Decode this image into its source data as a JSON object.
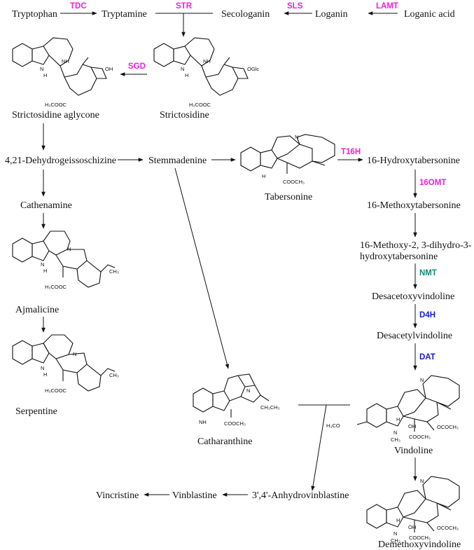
{
  "colors": {
    "magenta": "#ee1fd8",
    "teal": "#138a7c",
    "blue": "#1b1bc7",
    "text": "#111111"
  },
  "compounds": {
    "tryptophan": "Tryptophan",
    "tryptamine": "Tryptamine",
    "secologanin": "Secologanin",
    "loganin": "Loganin",
    "loganic_acid": "Loganic acid",
    "strictosidine": "Strictosidine",
    "strictosidine_aglycone": "Strictosidine aglycone",
    "dehydrogeissoschizine": "4,21-Dehydrogeissoschizine",
    "stemmadenine": "Stemmadenine",
    "tabersonine": "Tabersonine",
    "hydroxytabersonine": "16-Hydroxytabersonine",
    "methoxytabersonine": "16-Methoxytabersonine",
    "methoxy_dihydro_line1": "16-Methoxy-2, 3-dihydro-3-",
    "methoxy_dihydro_line2": "hydroxytabersonine",
    "desacetoxyvindoline": "Desacetoxyvindoline",
    "desacetylvindoline": "Desacetylvindoline",
    "vindoline": "Vindoline",
    "demethoxyvindoline": "Demethoxyvindoline",
    "cathenamine": "Cathenamine",
    "ajmalicine": "Ajmalicine",
    "serpentine": "Serpentine",
    "catharanthine": "Catharanthine",
    "anhydrovinblastine": "3',4'-Anhydrovinblastine",
    "vinblastine": "Vinblastine",
    "vincristine": "Vincristine"
  },
  "enzymes": {
    "tdc": "TDC",
    "str": "STR",
    "sls": "SLS",
    "lamt": "LAMT",
    "sgd": "SGD",
    "t16h": "T16H",
    "omt16": "16OMT",
    "nmt": "NMT",
    "d4h": "D4H",
    "dat": "DAT"
  },
  "structure_labels": {
    "nh": "NH",
    "n": "N",
    "h": "H",
    "oh": "OH",
    "oglc": "OGlc",
    "h3cooc": "H₃COOC",
    "cooch3": "COOCH₃",
    "ch3": "CH₃",
    "ococh3": "OCOCH₃",
    "h3co": "H₃CO",
    "ch2ch3": "CH₂CH₃"
  }
}
